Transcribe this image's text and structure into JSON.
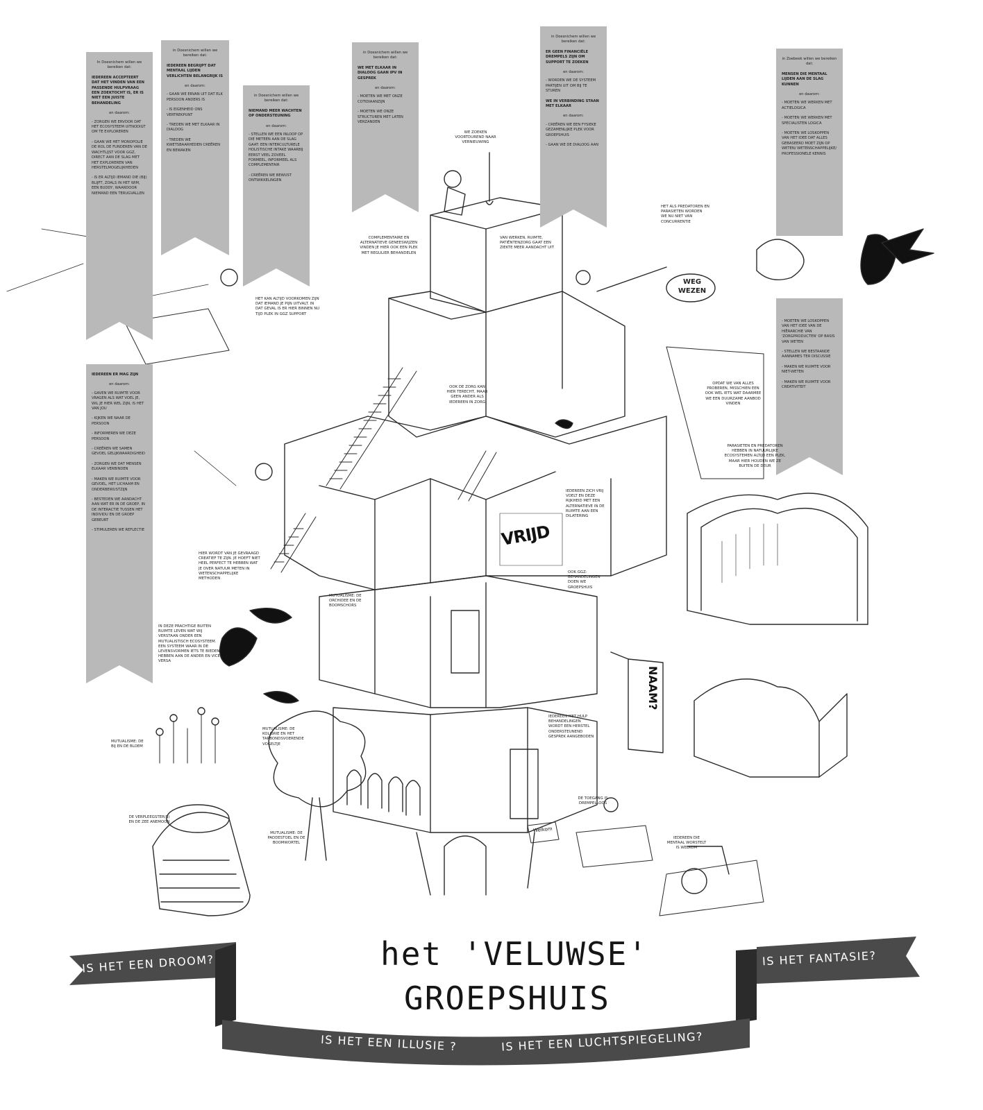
{
  "banner_1": {
    "intro": "In Doesnichem willen we bereiken dat:",
    "lead": "iedereen accepteert dat het vinden van een passende hulpvraag een zoektocht is, er is niet een juiste behandeling",
    "mid": "en daarom:",
    "items": [
      "- zorgen we ervoor dat het ecosysteem uitnodigt om te exploreren",
      "- gaan we het monopolie de rol de funderen van de wachtlijst voor ggz, direct aan de slag met het exploreren van herstelmogelijkheden",
      "- is er altijd iemand die (bij) blijft, zoals in het Wim, een buddy, waardoor niemand een terugvallen"
    ]
  },
  "banner_1_lower": {
    "lead": "iedereen er mag zijn",
    "mid": "en daarom:",
    "items": [
      "- gaven we ruimte voor vragen als wat voel je, wil je hier wel zijn, is het van jou",
      "- kijken we naar de persoon",
      "- informeren we deze persoon",
      "- creëren we samen gevoel gelijkwaardigheid",
      "- zorgen we dat mensen elkaar verbinden",
      "- maken we ruimte voor gevoel, het lichaam en onderbewustzijn",
      "- besteden we aandacht aan wat er in de groep, in de interactie tussen het individu en de groep gebeurt",
      "- stimuleren we reflectie"
    ]
  },
  "banner_2": {
    "intro": "in Doesnichem willen we bereiken dat:",
    "lead": "iedereen begrijpt dat mentaal lijden verlichten belangrijk is",
    "mid": "en daarom:",
    "items": [
      "- gaan we ervan uit dat elk persoon anders is",
      "- is eigenheid ons vertrekpunt",
      "- treden we met elkaar in dialoog",
      "- treden we kwetsbaarheden creëren en bewaken"
    ]
  },
  "banner_3": {
    "intro": "in Doesnichem willen we bereiken dat:",
    "lead": "niemand meer wachten op ondersteuning",
    "mid": "en daarom:",
    "items": [
      "- stellen we een inloop op die meteen aan de slag gaat: een interculturele holistische intake waarbij eerst veel zoveel formeel, informeel als complementair",
      "- creëren we bewust ontwikkelingen"
    ]
  },
  "banner_4": {
    "intro": "in Doesnichem willen we bereiken dat:",
    "lead": "we met elkaar in dialoog gaan ipv in gesprek",
    "mid": "en daarom:",
    "items": [
      "- moeten we met onze cotidiaanzijn",
      "- moeten we onze structuren met laten verzanden"
    ]
  },
  "banner_5": {
    "intro": "in Doesnichem willen we bereiken dat:",
    "lead": "er geen financiële drempels zijn om support te zoeken",
    "mid": "en daarom:",
    "items": [
      "- worden we de systeem partijen uit om bij te sturen"
    ],
    "lead2": "we in verbinding staan met elkaar",
    "mid2": "en daarom:",
    "items2": [
      "- creëren we een fysieke gezamenlijke plek voor groepshuis",
      "- gaan we de dialoog aan"
    ]
  },
  "banner_6": {
    "intro": "in Zoebeek willen we bereiken dat:",
    "lead": "mensen die mentaal lijden aan de slag kunnen",
    "mid": "en daarom:",
    "items": [
      "- moeten we werken met actielogica",
      "- moeten we werken met specialisten logica",
      "- moeten we loskoppen van het idee dat alles gebaseerd moet zijn op weten/ wetenschappelijke/ professionele kennis"
    ],
    "items_lower": [
      "- moeten we loskoppen van het idee van de hiërarchie van 'zorgproducten' op basis van weten",
      "- stellen we bestaande aannames ter discussie",
      "- maken we ruimte voor niet-weten",
      "- maken we ruimte voor creativiteit"
    ]
  },
  "notes": {
    "zoeken": "We zoeken voortdurend naar vernieuwing",
    "complementair": "complementaire en alternatieve geneeswijzen vinden je hier ook een plek met regulier behandelen",
    "vanwerken": "van werken, ruimte, patiëntenzorg gaat een ziekte meer aandacht uit",
    "parasieten1": "het als predatoren en parasieten worden we nu niet van concurrentie",
    "weg": "WEG WEZEN",
    "kanaltijd": "het kan altijd voorkomen zijn dat iemand je pijn uitvalt. in dat geval is er hier binnen nu tijd plek in ggz support",
    "ook": "ook de zorg kan hier terecht, maar geen ander als iedereen in zorg",
    "opdat": "opdat we van alles proberen, misschien een ook wel iets wat daarmee we een duurzame aanbod vinden",
    "parasieten2": "parasieten en predatoren hebben in natuurlijke ecosystemen altijd een plek, maar hier houden we ze buiten de deur",
    "vrijheid": "iedereen zich vrij voelt en deze rijkheid met een alternatieve in de ruimte aan een dilatering",
    "ggz": "ook ggz-behandelingen doen we groepshuis",
    "mutual1": "mutualisme: de orchidee en de boomschors",
    "hier": "hier wordt van je gevraagd creatief te zijn. je hoeft niet heel perfect te hebben wat je over natuur meten in wetenschappelijke methoden",
    "inmeze": "in deze prachtige buiten ruimte leven wat wij verstaan onder een mutualistisch ecosysteem. een systeem waar in de levensvormen iets te bieden hebben aan de ander en vice versa",
    "mutual2": "mutualisme: de kolibrie en het tarbondsvoerende vogeltje",
    "mutual3": "mutualisme: de bij en de bloem",
    "verpleeg": "de verpleegster(s) en de zee anemoon",
    "mutual4": "mutualisme: de paddestoel en de boomwortel",
    "hulp": "iedereen met hulp behandelingen wordt een herstel ondersteunend gesprek aangeboden",
    "toegang": "de toegang is drempelloos",
    "eigen": "iedereen die mentaal worstelt is welkom"
  },
  "signs": {
    "vrijd": "VRIJD",
    "naam": "NAAM?",
    "welkom": "Welkom"
  },
  "title": {
    "line1": "het 'VELUWSE'",
    "line2": "GROEPSHUIS"
  },
  "ribbon": {
    "left": "IS HET EEN DROOM?",
    "right": "IS HET FANTASIE?",
    "bottom_left": "IS HET EEN ILLUSIE ?",
    "bottom_right": "IS HET EEN LUCHTSPIEGELING?"
  },
  "colors": {
    "banner": "#b9b9b9",
    "ribbon": "#4a4a4a",
    "line": "#2a2a2a"
  }
}
